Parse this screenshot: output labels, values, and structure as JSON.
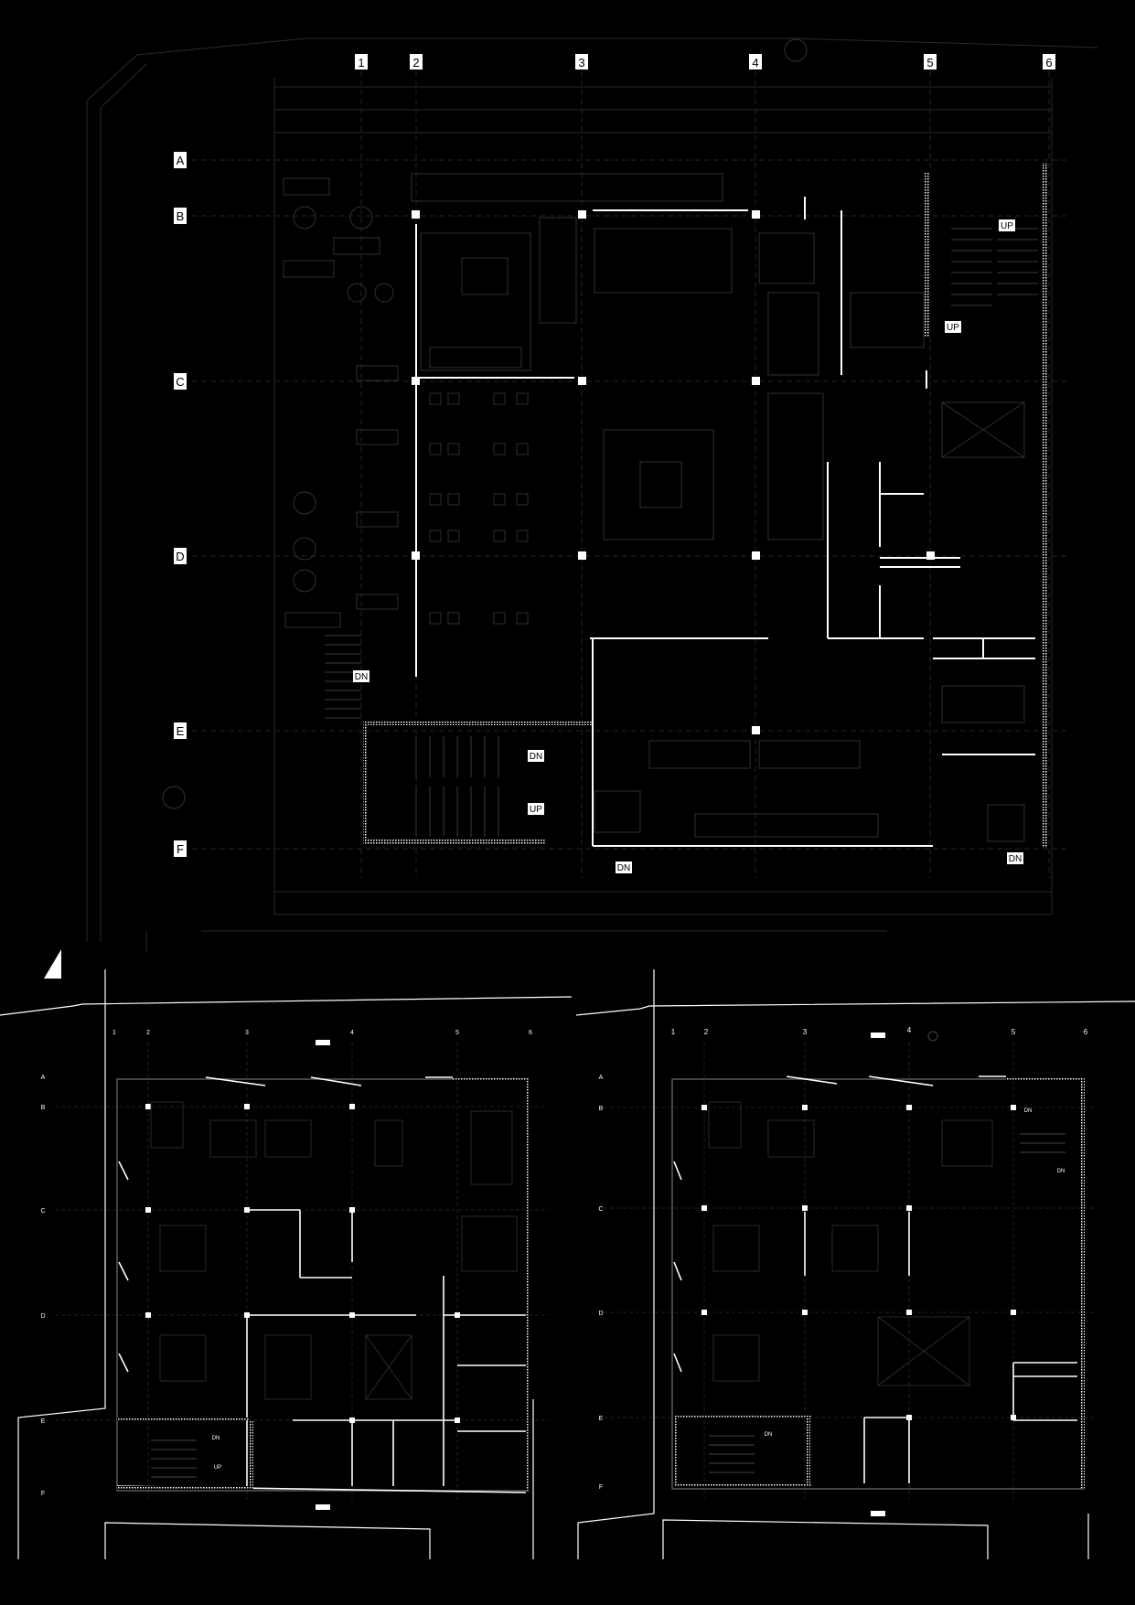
{
  "main_plan": {
    "column_grid": [
      "1",
      "2",
      "3",
      "4",
      "5",
      "6"
    ],
    "row_grid": [
      "A",
      "B",
      "C",
      "D",
      "E",
      "F"
    ],
    "stair_labels": [
      "UP",
      "UP",
      "DN",
      "DN",
      "UP",
      "DN",
      "DN"
    ]
  },
  "second_plan": {
    "column_grid": [
      "1",
      "2",
      "3",
      "4",
      "5",
      "6"
    ],
    "row_grid": [
      "A",
      "B",
      "C",
      "D",
      "E",
      "F"
    ],
    "stair_labels": [
      "DN",
      "UP"
    ]
  },
  "third_plan": {
    "column_grid": [
      "1",
      "2",
      "3",
      "4",
      "5",
      "6"
    ],
    "row_grid": [
      "A",
      "B",
      "C",
      "D",
      "E",
      "F"
    ],
    "stair_labels": [
      "DN",
      "DN",
      "DN"
    ]
  },
  "colors": {
    "background": "#000000",
    "linework": "#ffffff",
    "faint": "#3a3a3a"
  }
}
